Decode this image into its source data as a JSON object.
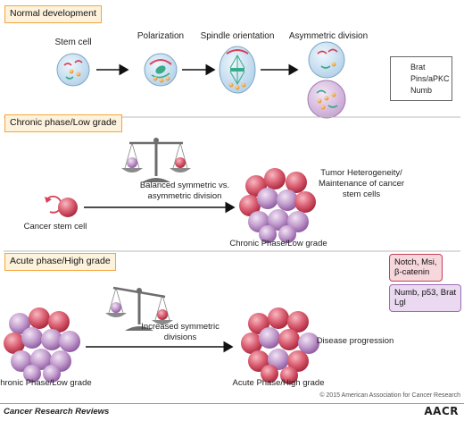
{
  "sections": {
    "normal_dev": "Normal development",
    "chronic_low": "Chronic phase/Low grade",
    "acute_high": "Acute phase/High grade"
  },
  "normal_steps": {
    "stem_cell": "Stem cell",
    "polarization": "Polarization",
    "spindle_orientation": "Spindle orientation",
    "asymmetric_division": "Asymmetric division"
  },
  "legend": {
    "brat": "Brat",
    "pins": "Pins/aPKC",
    "numb": "Numb"
  },
  "chronic": {
    "stem_cell_label": "Cancer stem cell",
    "arrow_label_line1": "Balanced symmetric vs.",
    "arrow_label_line2": "asymmetric division",
    "cluster_label": "Chronic Phase/Low grade",
    "outcome_line1": "Tumor Heterogeneity/",
    "outcome_line2": "Maintenance of cancer",
    "outcome_line3": "stem cells"
  },
  "key_boxes": {
    "red_line1": "Notch, Msi,",
    "red_line2": "β-catenin",
    "purple_line1": "Numb, p53, Brat",
    "purple_line2": "Lgl"
  },
  "acute": {
    "left_label": "Chronic Phase/Low grade",
    "arrow_label_line1": "Increased symmetric",
    "arrow_label_line2": "divisions",
    "cluster_label": "Acute Phase/High grade",
    "outcome": "Disease progression"
  },
  "copyright": "© 2015 American Association for Cancer Research",
  "footer": {
    "journal": "Cancer Research Reviews",
    "logo": "AACR"
  },
  "colors": {
    "header_fill": "#fdf3dc",
    "header_border": "#f5a43a",
    "cell_blue": "#d6e8f5",
    "red_cell": "#d24e62",
    "purple_cell": "#b98ac4",
    "brat": "#f4a43a",
    "pins": "#d9405a",
    "numb": "#3aaa8a"
  }
}
